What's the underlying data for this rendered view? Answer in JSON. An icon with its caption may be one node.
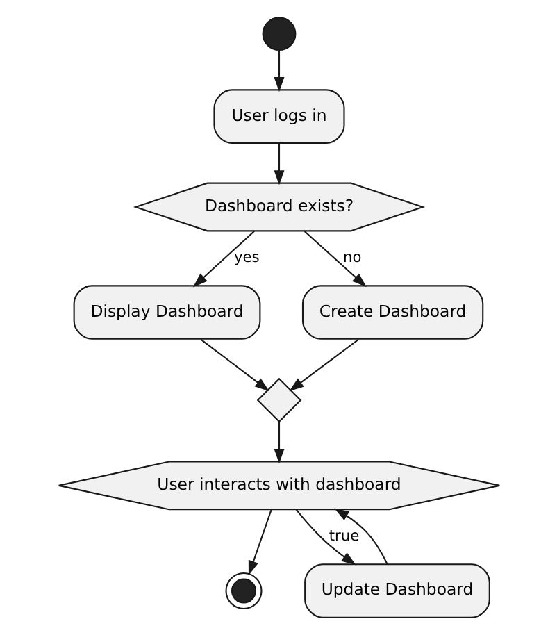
{
  "diagram": {
    "nodes": [
      {
        "text": [],
        "shape": "circle"
      },
      {
        "text": [
          "User logs in"
        ]
      },
      {
        "text": [
          "Dashboard exists?"
        ]
      },
      {
        "text": [
          "Display Dashboard"
        ]
      },
      {
        "text": [
          "Create Dashboard"
        ]
      },
      {
        "text": [],
        "shape": "diamond"
      },
      {
        "text": [
          "User interacts with dashboard"
        ]
      },
      {
        "text": [],
        "shape": "circle"
      },
      {
        "text": [
          "Update Dashboard"
        ]
      }
    ],
    "edges": [
      {
        "from": 0,
        "to": 1,
        "arrow": "to"
      },
      {
        "from": 1,
        "to": 2,
        "arrow": "to"
      },
      {
        "from": 2,
        "to": 3,
        "arrow": "to",
        "label": "yes"
      },
      {
        "from": 2,
        "to": 4,
        "arrow": "to",
        "label": "no"
      },
      {
        "from": 3,
        "to": 5,
        "arrow": "to"
      },
      {
        "from": 4,
        "to": 5,
        "arrow": "to"
      },
      {
        "from": 5,
        "to": 6,
        "arrow": "to"
      },
      {
        "from": 6,
        "to": 7,
        "arrow": "to"
      },
      {
        "from": 6,
        "to": 8,
        "arrow": "to",
        "label": "true"
      },
      {
        "from": 8,
        "to": 6,
        "arrow": "to"
      }
    ]
  }
}
